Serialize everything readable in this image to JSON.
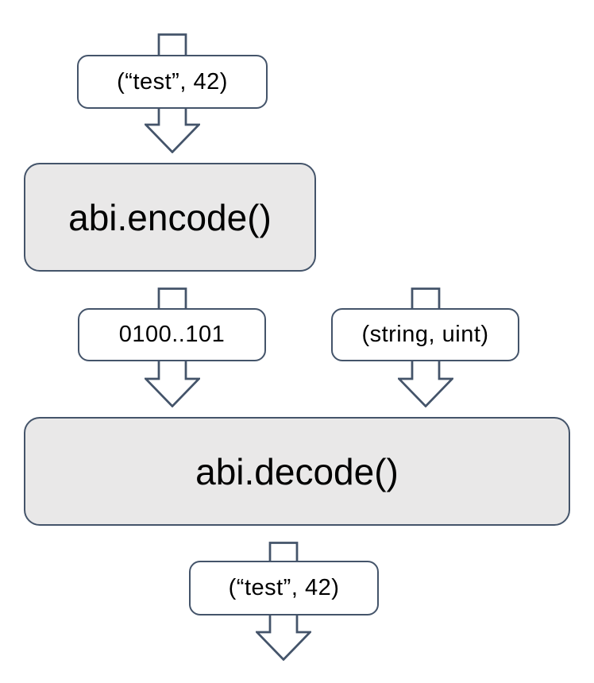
{
  "diagram": {
    "type": "flowchart",
    "description": "ABI encode/decode data flow",
    "colors": {
      "stroke": "#44546A",
      "process_fill": "#E9E8E8",
      "label_fill": "#FFFFFF",
      "text": "#000000",
      "background": "#FFFFFF"
    },
    "nodes": {
      "input_tuple": {
        "label": "(“test”, 42)",
        "kind": "value"
      },
      "encode": {
        "label": "abi.encode()",
        "kind": "process"
      },
      "encoded_bytes": {
        "label": "0100..101",
        "kind": "value"
      },
      "types_tuple": {
        "label": "(string, uint)",
        "kind": "value"
      },
      "decode": {
        "label": "abi.decode()",
        "kind": "process"
      },
      "output_tuple": {
        "label": "(“test”, 42)",
        "kind": "value"
      }
    },
    "edges": [
      {
        "from": "start",
        "through": "input_tuple",
        "to": "encode"
      },
      {
        "from": "encode",
        "through": "encoded_bytes",
        "to": "decode"
      },
      {
        "from": "types-input",
        "through": "types_tuple",
        "to": "decode"
      },
      {
        "from": "decode",
        "through": "output_tuple",
        "to": "end"
      }
    ]
  }
}
